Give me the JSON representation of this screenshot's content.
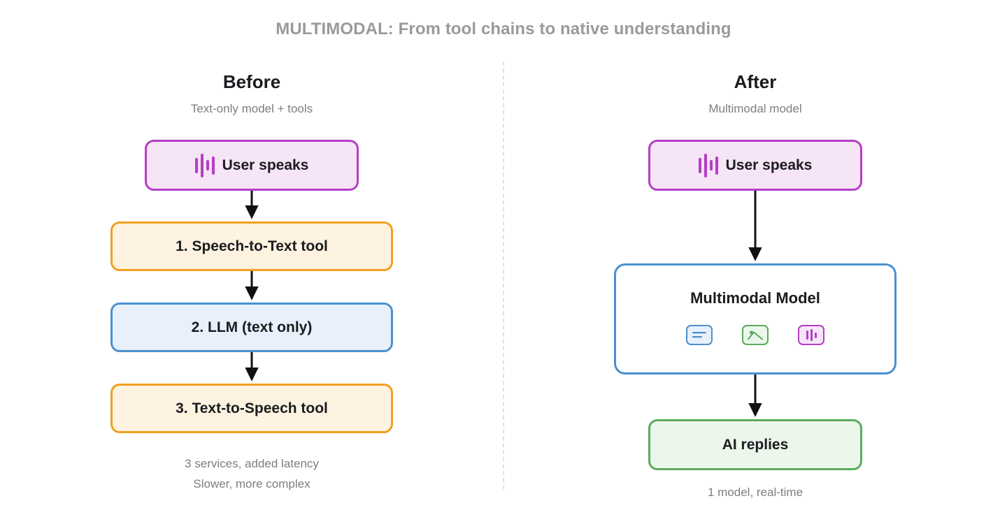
{
  "title": "MULTIMODAL: From tool chains to native understanding",
  "divider": {
    "style": "dashed-vertical",
    "color": "#e2e2e6"
  },
  "colors": {
    "title": "#9a9a9e",
    "purple_border": "#b43fc4",
    "purple_fill": "#f6e4f7",
    "orange_border": "#f0a020",
    "orange_fill": "#fdf3e0",
    "blue_border": "#4a90d0",
    "blue_fill": "#e8f1fb",
    "green_border": "#5cab5c",
    "green_fill": "#ecf7ec",
    "arrow": "#111111",
    "text": "#1b1b1f",
    "muted": "#7d7d83"
  },
  "before": {
    "heading": "Before",
    "subheading": "Text-only model + tools",
    "nodes": [
      {
        "id": "user-speaks",
        "label": "User speaks",
        "icon": "audio-waveform-icon",
        "style": "purple"
      },
      {
        "id": "speech-to-text",
        "label": "1. Speech-to-Text tool",
        "style": "orange"
      },
      {
        "id": "llm",
        "label": "2. LLM (text only)",
        "style": "blue"
      },
      {
        "id": "text-to-speech",
        "label": "3. Text-to-Speech tool",
        "style": "orange"
      }
    ],
    "footnote_line1": "3 services, added latency",
    "footnote_line2": "Slower, more complex"
  },
  "after": {
    "heading": "After",
    "subheading": "Multimodal model",
    "nodes": [
      {
        "id": "user-speaks",
        "label": "User speaks",
        "icon": "audio-waveform-icon",
        "style": "purple"
      },
      {
        "id": "multimodal-model",
        "label": "Multimodal Model",
        "style": "blue-outline",
        "modalities": [
          {
            "id": "text",
            "icon": "text-lines-icon",
            "color": "#4a90d0"
          },
          {
            "id": "image",
            "icon": "image-mountain-icon",
            "color": "#5cab5c"
          },
          {
            "id": "audio",
            "icon": "audio-bars-icon",
            "color": "#b43fc4"
          }
        ]
      },
      {
        "id": "ai-replies",
        "label": "AI replies",
        "style": "green"
      }
    ],
    "footnote_line1": "1 model, real-time"
  }
}
